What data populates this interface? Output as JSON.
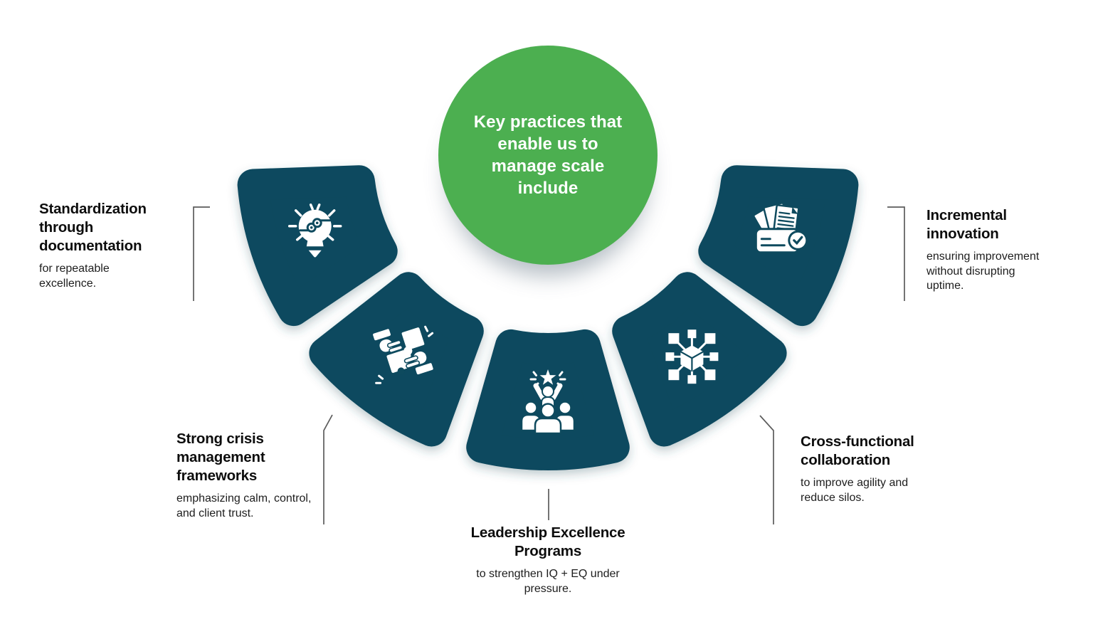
{
  "center_circle": {
    "text": "Key practices that enable us to manage scale include"
  },
  "items": [
    {
      "title": "Standardization through documentation",
      "description": "for repeatable excellence.",
      "icon": "documents-check-icon"
    },
    {
      "title": "Strong crisis management frameworks",
      "description": "emphasizing calm, control, and client trust.",
      "icon": "network-cube-icon"
    },
    {
      "title": "Leadership Excellence Programs",
      "description": "to strengthen IQ + EQ under pressure.",
      "icon": "leadership-team-icon"
    },
    {
      "title": "Cross-functional collaboration",
      "description": "to improve agility and reduce silos.",
      "icon": "puzzle-hands-icon"
    },
    {
      "title": "Incremental innovation",
      "description": "ensuring improvement without disrupting uptime.",
      "icon": "innovation-bulb-icon"
    }
  ],
  "colors": {
    "segment_teal": "#0e4a5e",
    "circle_green": "#4caf50",
    "connector_gray": "#5c5c5c",
    "title_text": "#0d0d0d",
    "body_text": "#1d1d1d",
    "icon_white": "#ffffff"
  }
}
